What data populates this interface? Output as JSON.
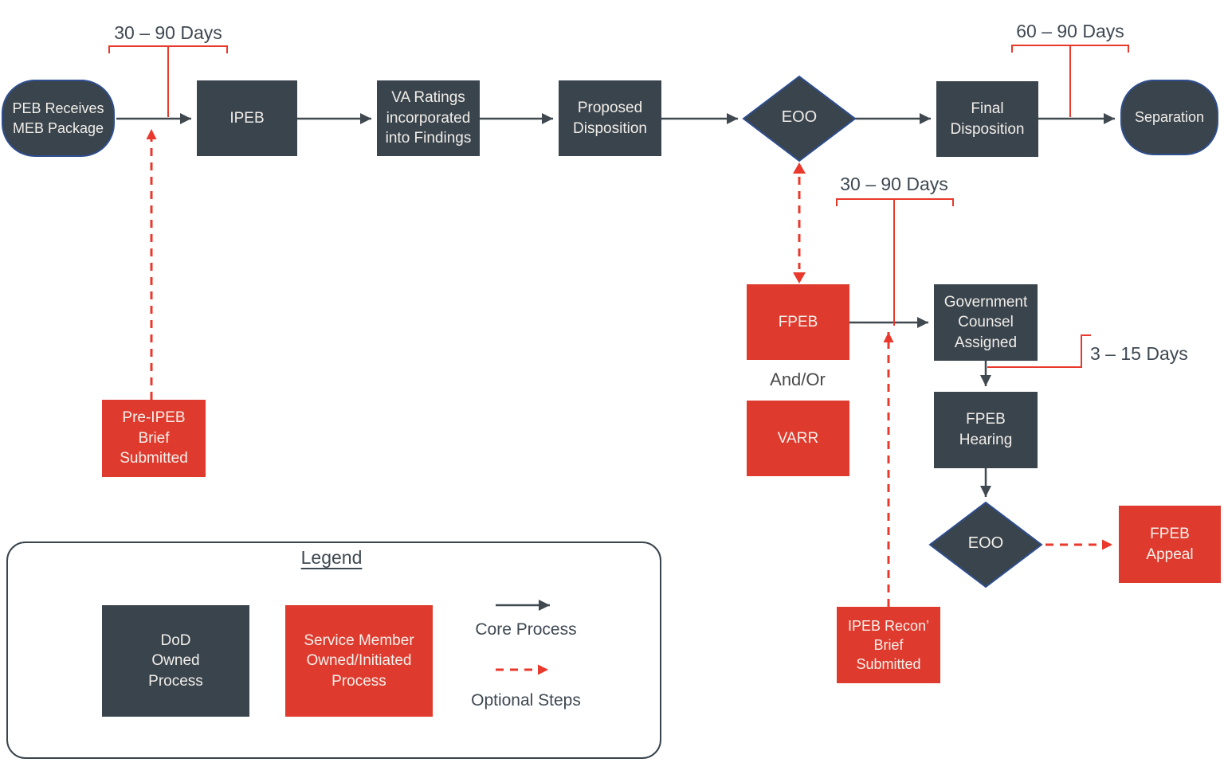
{
  "flow": {
    "peb_receives": "PEB Receives\nMEB Package",
    "ipeb": "IPEB",
    "va_ratings": "VA Ratings\nincorporated\ninto Findings",
    "proposed_disposition": "Proposed\nDisposition",
    "eoo_initial": "EOO",
    "final_disposition": "Final\nDisposition",
    "separation": "Separation",
    "fpeb": "FPEB",
    "and_or": "And/Or",
    "varr": "VARR",
    "government_counsel": "Government\nCounsel\nAssigned",
    "fpeb_hearing": "FPEB\nHearing",
    "eoo_formal": "EOO",
    "fpeb_appeal": "FPEB\nAppeal",
    "pre_ipeb_brief": "Pre-IPEB\nBrief\nSubmitted",
    "ipeb_recon_brief": "IPEB Recon’\nBrief\nSubmitted"
  },
  "durations": {
    "pre_ipeb": "30 – 90 Days",
    "separation": "60 – 90 Days",
    "fpeb": "30 – 90 Days",
    "hearing": "3 – 15 Days"
  },
  "legend": {
    "title": "Legend",
    "dod_process": "DoD\nOwned\nProcess",
    "service_member_process": "Service Member\nOwned/Initiated\nProcess",
    "core_process": "Core Process",
    "optional_steps": "Optional Steps"
  },
  "colors": {
    "dark": "#3A444D",
    "red": "#DF3A2E",
    "navy": "#2E4E8F",
    "line_red": "#E8392C",
    "arrow": "#40494F",
    "text_light": "#F1EEE9",
    "text_dark": "#3E4852"
  }
}
